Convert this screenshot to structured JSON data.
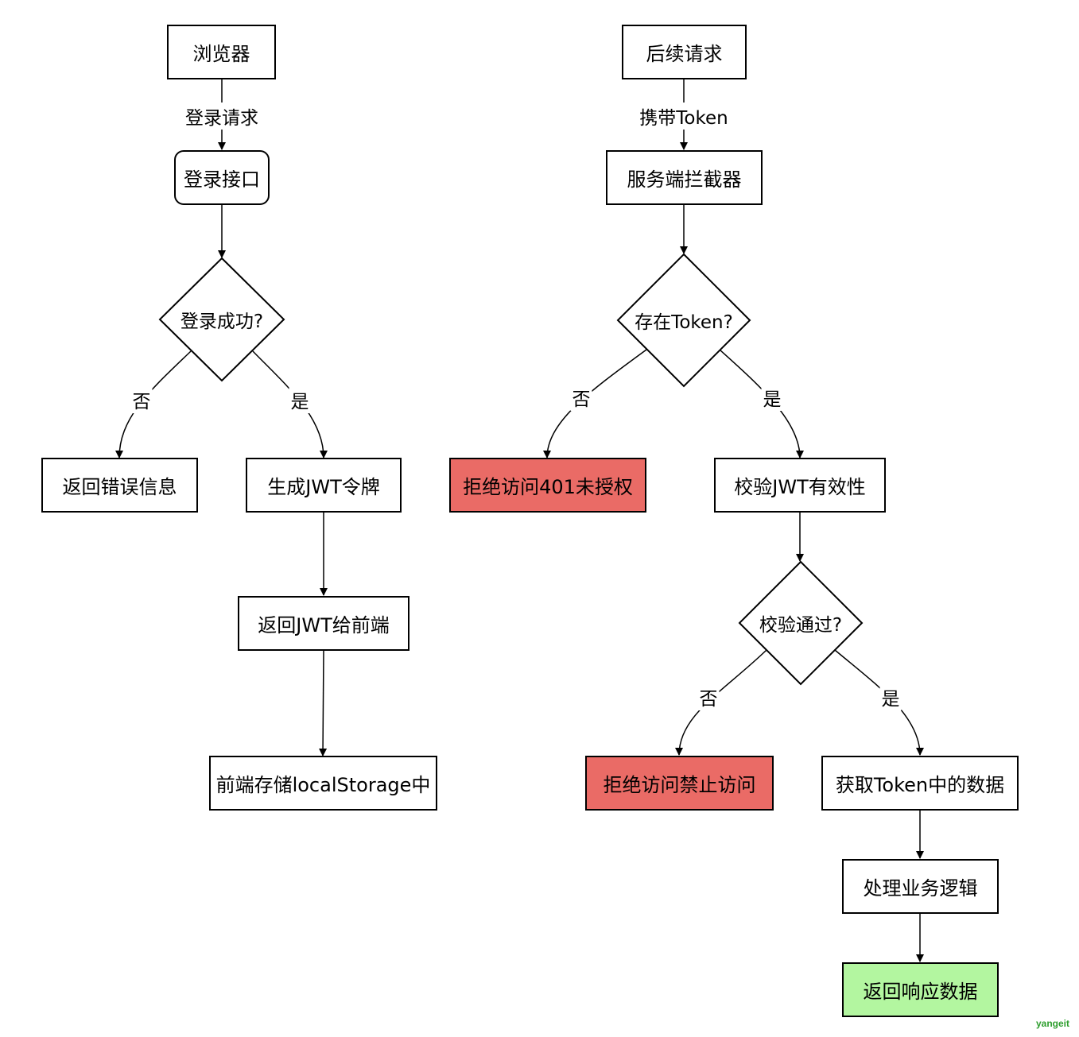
{
  "nodes": {
    "browser": "浏览器",
    "login_api": "登录接口",
    "login_success": "登录成功?",
    "return_error": "返回错误信息",
    "gen_jwt": "生成JWT令牌",
    "return_jwt": "返回JWT给前端",
    "store_local": "前端存储localStorage中",
    "subsequent_request": "后续请求",
    "interceptor": "服务端拦截器",
    "has_token": "存在Token?",
    "deny_401": "拒绝访问401未授权",
    "verify_jwt": "校验JWT有效性",
    "verify_pass": "校验通过?",
    "deny_forbidden": "拒绝访问禁止访问",
    "get_token_data": "获取Token中的数据",
    "process_logic": "处理业务逻辑",
    "return_data": "返回响应数据"
  },
  "edges": {
    "login_request": "登录请求",
    "carry_token": "携带Token",
    "no1": "否",
    "yes1": "是",
    "no2": "否",
    "yes2": "是",
    "no3": "否",
    "yes3": "是"
  },
  "colors": {
    "deny_fill": "#ea6b66",
    "success_fill": "#b3f6a0"
  },
  "watermark": "yangeit"
}
